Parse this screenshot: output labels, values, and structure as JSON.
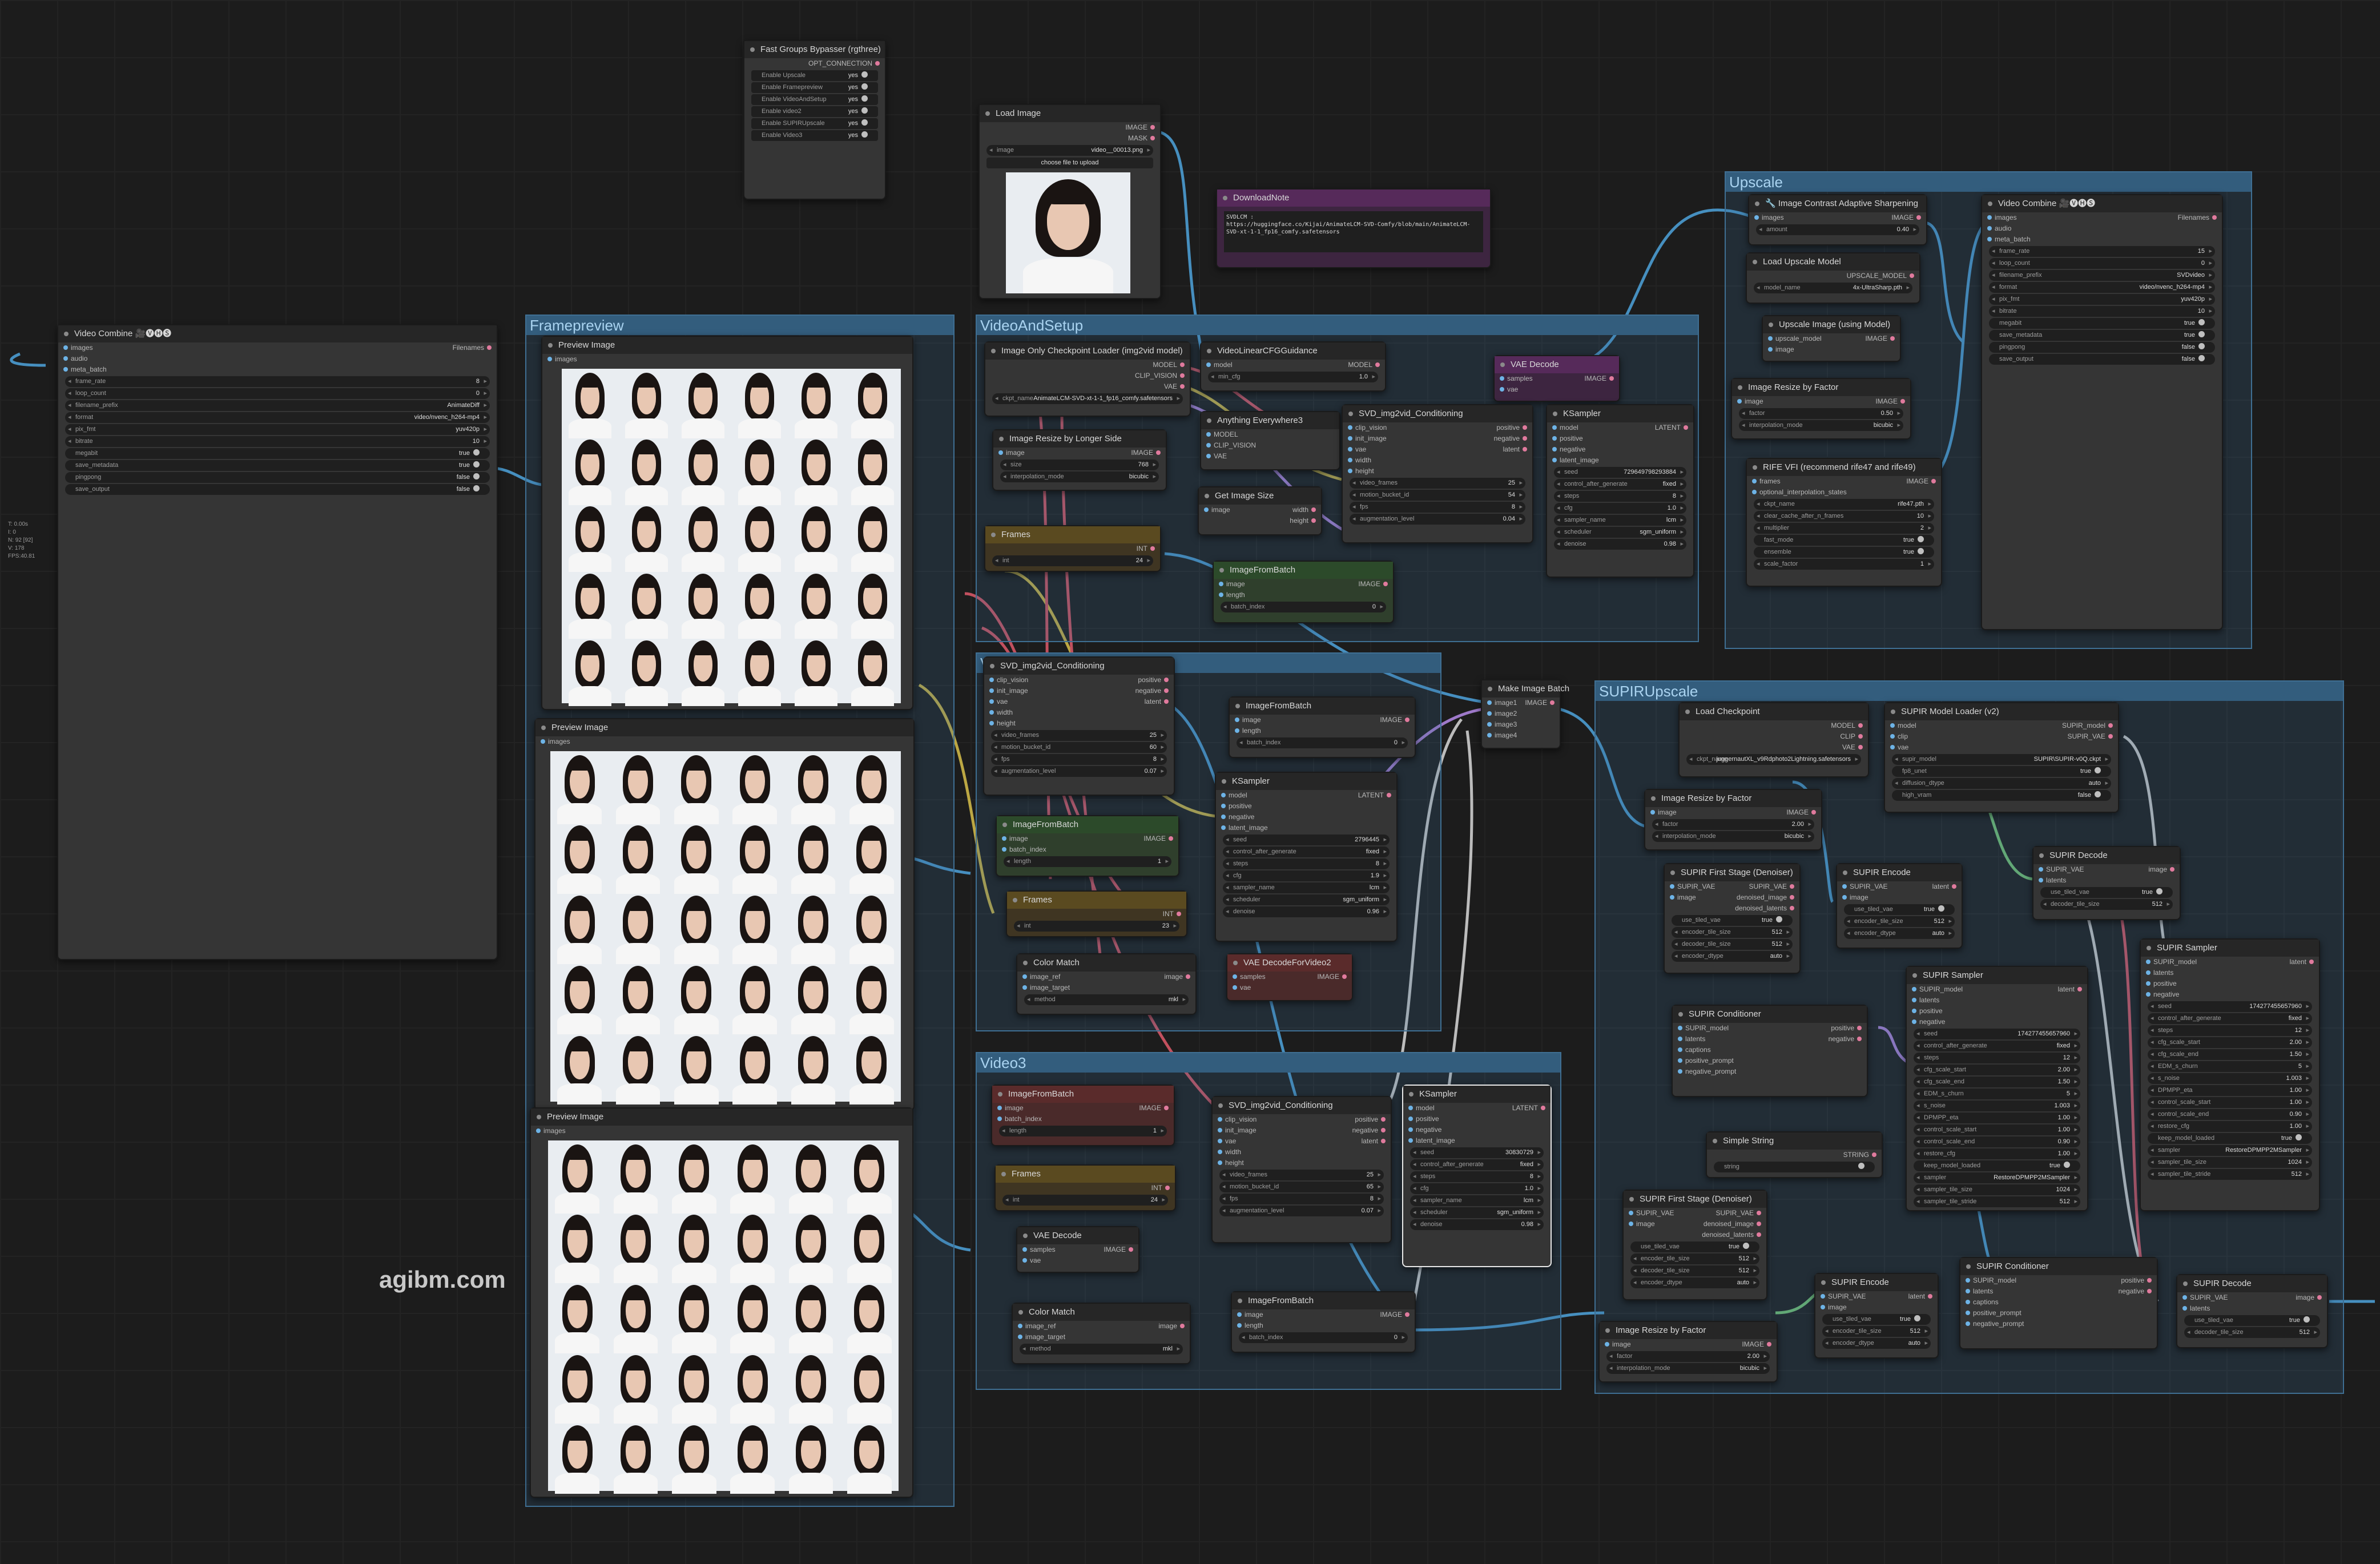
{
  "watermark": "agibm.com",
  "stats": [
    "T: 0.00s",
    "I: 0",
    "N: 92 [92]",
    "V: 178",
    "FPS:40.81"
  ],
  "groups": [
    {
      "id": "framepreview",
      "title": "Framepreview"
    },
    {
      "id": "videoandsetup",
      "title": "VideoAndSetup"
    },
    {
      "id": "upscale",
      "title": "Upscale"
    },
    {
      "id": "supirupscale",
      "title": "SUPIRUpscale"
    },
    {
      "id": "video2",
      "title": "Video2"
    },
    {
      "id": "video3",
      "title": "Video3"
    }
  ],
  "bypasser": {
    "title": "Fast Groups Bypasser (rgthree)",
    "output": "OPT_CONNECTION",
    "toggles": [
      {
        "label": "Enable Upscale",
        "value": "yes"
      },
      {
        "label": "Enable Framepreview",
        "value": "yes"
      },
      {
        "label": "Enable VideoAndSetup",
        "value": "yes"
      },
      {
        "label": "Enable video2",
        "value": "yes"
      },
      {
        "label": "Enable SUPIRUpscale",
        "value": "yes"
      },
      {
        "label": "Enable Video3",
        "value": "yes"
      }
    ]
  },
  "load_image": {
    "title": "Load Image",
    "outputs": [
      "IMAGE",
      "MASK"
    ],
    "image_label": "image",
    "image_value": "video__00013.png",
    "upload_label": "choose file to upload"
  },
  "download_note": {
    "title": "DownloadNote",
    "text": "SVDLCM :\nhttps://huggingface.co/Kijai/AnimateLCM-SVD-Comfy/blob/main/AnimateLCM-SVD-xt-1-1_fp16_comfy.safetensors"
  },
  "video_combine_left": {
    "title": "Video Combine 🎥🅥🅗🅢",
    "inputs": [
      "images",
      "audio",
      "meta_batch"
    ],
    "output": "Filenames",
    "widgets": [
      {
        "k": "frame_rate",
        "v": "8"
      },
      {
        "k": "loop_count",
        "v": "0"
      },
      {
        "k": "filename_prefix",
        "v": "AnimateDiff"
      },
      {
        "k": "format",
        "v": "video/nvenc_h264-mp4"
      },
      {
        "k": "pix_fmt",
        "v": "yuv420p"
      },
      {
        "k": "bitrate",
        "v": "10"
      },
      {
        "k": "megabit",
        "v": "true",
        "t": true
      },
      {
        "k": "save_metadata",
        "v": "true",
        "t": true
      },
      {
        "k": "pingpong",
        "v": "false",
        "t": true
      },
      {
        "k": "save_output",
        "v": "false",
        "t": true
      }
    ]
  },
  "preview_nodes": [
    {
      "title": "Preview Image",
      "input": "images"
    },
    {
      "title": "Preview Image",
      "input": "images"
    },
    {
      "title": "Preview Image",
      "input": "images"
    }
  ],
  "checkpoint_loader": {
    "title": "Image Only Checkpoint Loader (img2vid model)",
    "outputs": [
      "MODEL",
      "CLIP_VISION",
      "VAE"
    ],
    "widget": {
      "k": "ckpt_name",
      "v": "AnimateLCM-SVD-xt-1-1_fp16_comfy.safetensors"
    }
  },
  "cfg_guidance": {
    "title": "VideoLinearCFGGuidance",
    "inputs": [
      "model"
    ],
    "output": "MODEL",
    "widget": {
      "k": "min_cfg",
      "v": "1.0"
    }
  },
  "vae_decode_top": {
    "title": "VAE Decode",
    "inputs": [
      "samples",
      "vae"
    ],
    "output": "IMAGE"
  },
  "anything_everywhere": {
    "title": "Anything Everywhere3",
    "inputs": [
      "MODEL",
      "CLIP_VISION",
      "VAE"
    ]
  },
  "image_resize_longer": {
    "title": "Image Resize by Longer Side",
    "input": "image",
    "output": "IMAGE",
    "widgets": [
      {
        "k": "size",
        "v": "768"
      },
      {
        "k": "interpolation_mode",
        "v": "bicubic"
      }
    ]
  },
  "get_image_size": {
    "title": "Get Image Size",
    "input": "image",
    "outputs": [
      "width",
      "height"
    ]
  },
  "frames_1": {
    "title": "Frames",
    "output": "INT",
    "widget": {
      "k": "int",
      "v": "24"
    }
  },
  "frames_2": {
    "title": "Frames",
    "output": "INT",
    "widget": {
      "k": "int",
      "v": "23"
    }
  },
  "frames_3": {
    "title": "Frames",
    "output": "INT",
    "widget": {
      "k": "int",
      "v": "24"
    }
  },
  "svd_cond_1": {
    "title": "SVD_img2vid_Conditioning",
    "inputs": [
      "clip_vision",
      "init_image",
      "vae",
      "width",
      "height"
    ],
    "outputs": [
      "positive",
      "negative",
      "latent"
    ],
    "widgets": [
      {
        "k": "video_frames",
        "v": "25"
      },
      {
        "k": "motion_bucket_id",
        "v": "54"
      },
      {
        "k": "fps",
        "v": "8"
      },
      {
        "k": "augmentation_level",
        "v": "0.04"
      }
    ]
  },
  "ksampler_1": {
    "title": "KSampler",
    "inputs": [
      "model",
      "positive",
      "negative",
      "latent_image"
    ],
    "output": "LATENT",
    "widgets": [
      {
        "k": "seed",
        "v": "729649798293884"
      },
      {
        "k": "control_after_generate",
        "v": "fixed"
      },
      {
        "k": "steps",
        "v": "8"
      },
      {
        "k": "cfg",
        "v": "1.0"
      },
      {
        "k": "sampler_name",
        "v": "lcm"
      },
      {
        "k": "scheduler",
        "v": "sgm_uniform"
      },
      {
        "k": "denoise",
        "v": "0.98"
      }
    ]
  },
  "image_from_batch_1": {
    "title": "ImageFromBatch",
    "inputs": [
      "image",
      "length"
    ],
    "output": "IMAGE",
    "widget": {
      "k": "batch_index",
      "v": "0"
    }
  },
  "svd_cond_2": {
    "title": "SVD_img2vid_Conditioning",
    "inputs": [
      "clip_vision",
      "init_image",
      "vae",
      "width",
      "height"
    ],
    "outputs": [
      "positive",
      "negative",
      "latent"
    ],
    "widgets": [
      {
        "k": "video_frames",
        "v": "25"
      },
      {
        "k": "motion_bucket_id",
        "v": "60"
      },
      {
        "k": "fps",
        "v": "8"
      },
      {
        "k": "augmentation_level",
        "v": "0.07"
      }
    ]
  },
  "image_from_batch_2": {
    "title": "ImageFromBatch",
    "inputs": [
      "image",
      "length"
    ],
    "output": "IMAGE",
    "widget": {
      "k": "batch_index",
      "v": "0"
    }
  },
  "ksampler_2": {
    "title": "KSampler",
    "inputs": [
      "model",
      "positive",
      "negative",
      "latent_image"
    ],
    "output": "LATENT",
    "widgets": [
      {
        "k": "seed",
        "v": "2796445"
      },
      {
        "k": "control_after_generate",
        "v": "fixed"
      },
      {
        "k": "steps",
        "v": "8"
      },
      {
        "k": "cfg",
        "v": "1.9"
      },
      {
        "k": "sampler_name",
        "v": "lcm"
      },
      {
        "k": "scheduler",
        "v": "sgm_uniform"
      },
      {
        "k": "denoise",
        "v": "0.96"
      }
    ]
  },
  "image_from_batch_3": {
    "title": "ImageFromBatch",
    "inputs": [
      "image",
      "batch_index"
    ],
    "output": "IMAGE",
    "widget": {
      "k": "length",
      "v": "1"
    }
  },
  "color_match_1": {
    "title": "Color Match",
    "inputs": [
      "image_ref",
      "image_target"
    ],
    "output": "image",
    "widget": {
      "k": "method",
      "v": "mkl"
    }
  },
  "vae_decode_video2": {
    "title": "VAE DecodeForVideo2",
    "inputs": [
      "samples",
      "vae"
    ],
    "output": "IMAGE"
  },
  "make_image_batch": {
    "title": "Make Image Batch",
    "inputs": [
      "image1",
      "image2",
      "image3",
      "image4"
    ],
    "output": "IMAGE"
  },
  "image_from_batch_4": {
    "title": "ImageFromBatch",
    "inputs": [
      "image",
      "batch_index"
    ],
    "output": "IMAGE",
    "widget": {
      "k": "length",
      "v": "1"
    }
  },
  "svd_cond_3": {
    "title": "SVD_img2vid_Conditioning",
    "inputs": [
      "clip_vision",
      "init_image",
      "vae",
      "width",
      "height"
    ],
    "outputs": [
      "positive",
      "negative",
      "latent"
    ],
    "widgets": [
      {
        "k": "video_frames",
        "v": "25"
      },
      {
        "k": "motion_bucket_id",
        "v": "65"
      },
      {
        "k": "fps",
        "v": "8"
      },
      {
        "k": "augmentation_level",
        "v": "0.07"
      }
    ]
  },
  "ksampler_3": {
    "title": "KSampler",
    "inputs": [
      "model",
      "positive",
      "negative",
      "latent_image"
    ],
    "output": "LATENT",
    "widgets": [
      {
        "k": "seed",
        "v": "30830729"
      },
      {
        "k": "control_after_generate",
        "v": "fixed"
      },
      {
        "k": "steps",
        "v": "8"
      },
      {
        "k": "cfg",
        "v": "1.0"
      },
      {
        "k": "sampler_name",
        "v": "lcm"
      },
      {
        "k": "scheduler",
        "v": "sgm_uniform"
      },
      {
        "k": "denoise",
        "v": "0.98"
      }
    ]
  },
  "vae_decode_3": {
    "title": "VAE Decode",
    "inputs": [
      "samples",
      "vae"
    ],
    "output": "IMAGE"
  },
  "color_match_2": {
    "title": "Color Match",
    "inputs": [
      "image_ref",
      "image_target"
    ],
    "output": "image",
    "widget": {
      "k": "method",
      "v": "mkl"
    }
  },
  "image_from_batch_5": {
    "title": "ImageFromBatch",
    "inputs": [
      "image",
      "length"
    ],
    "output": "IMAGE",
    "widget": {
      "k": "batch_index",
      "v": "0"
    }
  },
  "contrast_sharpen": {
    "title": "🔧 Image Contrast Adaptive Sharpening",
    "input": "images",
    "output": "IMAGE",
    "widget": {
      "k": "amount",
      "v": "0.40"
    }
  },
  "load_upscale_model": {
    "title": "Load Upscale Model",
    "output": "UPSCALE_MODEL",
    "widget": {
      "k": "model_name",
      "v": "4x-UltraSharp.pth"
    }
  },
  "upscale_image": {
    "title": "Upscale Image (using Model)",
    "inputs": [
      "upscale_model",
      "image"
    ],
    "output": "IMAGE"
  },
  "resize_factor_up": {
    "title": "Image Resize by Factor",
    "input": "image",
    "output": "IMAGE",
    "widgets": [
      {
        "k": "factor",
        "v": "0.50"
      },
      {
        "k": "interpolation_mode",
        "v": "bicubic"
      }
    ]
  },
  "rife": {
    "title": "RIFE VFI (recommend rife47 and rife49)",
    "inputs": [
      "frames",
      "optional_interpolation_states"
    ],
    "output": "IMAGE",
    "widgets": [
      {
        "k": "ckpt_name",
        "v": "rife47.pth"
      },
      {
        "k": "clear_cache_after_n_frames",
        "v": "10"
      },
      {
        "k": "multiplier",
        "v": "2"
      },
      {
        "k": "fast_mode",
        "v": "true",
        "t": true
      },
      {
        "k": "ensemble",
        "v": "true",
        "t": true
      },
      {
        "k": "scale_factor",
        "v": "1"
      }
    ]
  },
  "video_combine_right": {
    "title": "Video Combine 🎥🅥🅗🅢",
    "inputs": [
      "images",
      "audio",
      "meta_batch"
    ],
    "output": "Filenames",
    "widgets": [
      {
        "k": "frame_rate",
        "v": "15"
      },
      {
        "k": "loop_count",
        "v": "0"
      },
      {
        "k": "filename_prefix",
        "v": "SVDvideo"
      },
      {
        "k": "format",
        "v": "video/nvenc_h264-mp4"
      },
      {
        "k": "pix_fmt",
        "v": "yuv420p"
      },
      {
        "k": "bitrate",
        "v": "10"
      },
      {
        "k": "megabit",
        "v": "true",
        "t": true
      },
      {
        "k": "save_metadata",
        "v": "true",
        "t": true
      },
      {
        "k": "pingpong",
        "v": "false",
        "t": true
      },
      {
        "k": "save_output",
        "v": "false",
        "t": true
      }
    ]
  },
  "load_checkpoint": {
    "title": "Load Checkpoint",
    "outputs": [
      "MODEL",
      "CLIP",
      "VAE"
    ],
    "widget": {
      "k": "ckpt_name",
      "v": "juggernautXL_v9Rdphoto2Lightning.safetensors"
    }
  },
  "supir_model_loader": {
    "title": "SUPIR Model Loader (v2)",
    "inputs": [
      "model",
      "clip",
      "vae"
    ],
    "outputs": [
      "SUPIR_model",
      "SUPIR_VAE"
    ],
    "widgets": [
      {
        "k": "supir_model",
        "v": "SUPIR\\SUPIR-v0Q.ckpt"
      },
      {
        "k": "fp8_unet",
        "v": "true",
        "t": true
      },
      {
        "k": "diffusion_dtype",
        "v": "auto"
      },
      {
        "k": "high_vram",
        "v": "false",
        "t": true
      }
    ]
  },
  "resize_factor_supir1": {
    "title": "Image Resize by Factor",
    "input": "image",
    "output": "IMAGE",
    "widgets": [
      {
        "k": "factor",
        "v": "2.00"
      },
      {
        "k": "interpolation_mode",
        "v": "bicubic"
      }
    ]
  },
  "supir_first_stage_1": {
    "title": "SUPIR First Stage (Denoiser)",
    "inputs": [
      "SUPIR_VAE",
      "image"
    ],
    "outputs": [
      "SUPIR_VAE",
      "denoised_image",
      "denoised_latents"
    ],
    "widgets": [
      {
        "k": "use_tiled_vae",
        "v": "true",
        "t": true
      },
      {
        "k": "encoder_tile_size",
        "v": "512"
      },
      {
        "k": "decoder_tile_size",
        "v": "512"
      },
      {
        "k": "encoder_dtype",
        "v": "auto"
      }
    ]
  },
  "supir_encode_1": {
    "title": "SUPIR Encode",
    "inputs": [
      "SUPIR_VAE",
      "image"
    ],
    "output": "latent",
    "widgets": [
      {
        "k": "use_tiled_vae",
        "v": "true",
        "t": true
      },
      {
        "k": "encoder_tile_size",
        "v": "512"
      },
      {
        "k": "encoder_dtype",
        "v": "auto"
      }
    ]
  },
  "supir_decode_1": {
    "title": "SUPIR Decode",
    "inputs": [
      "SUPIR_VAE",
      "latents"
    ],
    "output": "image",
    "widgets": [
      {
        "k": "use_tiled_vae",
        "v": "true",
        "t": true
      },
      {
        "k": "decoder_tile_size",
        "v": "512"
      }
    ]
  },
  "supir_sampler_1": {
    "title": "SUPIR Sampler",
    "inputs": [
      "SUPIR_model",
      "latents",
      "positive",
      "negative"
    ],
    "output": "latent",
    "widgets": [
      {
        "k": "seed",
        "v": "174277455657960"
      },
      {
        "k": "control_after_generate",
        "v": "fixed"
      },
      {
        "k": "steps",
        "v": "12"
      },
      {
        "k": "cfg_scale_start",
        "v": "2.00"
      },
      {
        "k": "cfg_scale_end",
        "v": "1.50"
      },
      {
        "k": "EDM_s_churn",
        "v": "5"
      },
      {
        "k": "s_noise",
        "v": "1.003"
      },
      {
        "k": "DPMPP_eta",
        "v": "1.00"
      },
      {
        "k": "control_scale_start",
        "v": "1.00"
      },
      {
        "k": "control_scale_end",
        "v": "0.90"
      },
      {
        "k": "restore_cfg",
        "v": "1.00"
      },
      {
        "k": "keep_model_loaded",
        "v": "true",
        "t": true
      },
      {
        "k": "sampler",
        "v": "RestoreDPMPP2MSampler"
      },
      {
        "k": "sampler_tile_size",
        "v": "1024"
      },
      {
        "k": "sampler_tile_stride",
        "v": "512"
      }
    ]
  },
  "supir_conditioner_1": {
    "title": "SUPIR Conditioner",
    "inputs": [
      "SUPIR_model",
      "latents",
      "captions",
      "positive_prompt",
      "negative_prompt"
    ],
    "outputs": [
      "positive",
      "negative"
    ]
  },
  "supir_sampler_2": {
    "title": "SUPIR Sampler",
    "inputs": [
      "SUPIR_model",
      "latents",
      "positive",
      "negative"
    ],
    "output": "latent",
    "widgets": [
      {
        "k": "seed",
        "v": "174277455657960"
      },
      {
        "k": "control_after_generate",
        "v": "fixed"
      },
      {
        "k": "steps",
        "v": "12"
      },
      {
        "k": "cfg_scale_start",
        "v": "2.00"
      },
      {
        "k": "cfg_scale_end",
        "v": "1.50"
      },
      {
        "k": "EDM_s_churn",
        "v": "5"
      },
      {
        "k": "s_noise",
        "v": "1.003"
      },
      {
        "k": "DPMPP_eta",
        "v": "1.00"
      },
      {
        "k": "control_scale_start",
        "v": "1.00"
      },
      {
        "k": "control_scale_end",
        "v": "0.90"
      },
      {
        "k": "restore_cfg",
        "v": "1.00"
      },
      {
        "k": "keep_model_loaded",
        "v": "true",
        "t": true
      },
      {
        "k": "sampler",
        "v": "RestoreDPMPP2MSampler"
      },
      {
        "k": "sampler_tile_size",
        "v": "1024"
      },
      {
        "k": "sampler_tile_stride",
        "v": "512"
      }
    ]
  },
  "simple_string": {
    "title": "Simple String",
    "output": "STRING",
    "widget": {
      "k": "string",
      "v": ""
    }
  },
  "supir_first_stage_2": {
    "title": "SUPIR First Stage (Denoiser)",
    "inputs": [
      "SUPIR_VAE",
      "image"
    ],
    "outputs": [
      "SUPIR_VAE",
      "denoised_image",
      "denoised_latents"
    ],
    "widgets": [
      {
        "k": "use_tiled_vae",
        "v": "true",
        "t": true
      },
      {
        "k": "encoder_tile_size",
        "v": "512"
      },
      {
        "k": "decoder_tile_size",
        "v": "512"
      },
      {
        "k": "encoder_dtype",
        "v": "auto"
      }
    ]
  },
  "supir_encode_2": {
    "title": "SUPIR Encode",
    "inputs": [
      "SUPIR_VAE",
      "image"
    ],
    "output": "latent",
    "widgets": [
      {
        "k": "use_tiled_vae",
        "v": "true",
        "t": true
      },
      {
        "k": "encoder_tile_size",
        "v": "512"
      },
      {
        "k": "encoder_dtype",
        "v": "auto"
      }
    ]
  },
  "supir_conditioner_2": {
    "title": "SUPIR Conditioner",
    "inputs": [
      "SUPIR_model",
      "latents",
      "captions",
      "positive_prompt",
      "negative_prompt"
    ],
    "outputs": [
      "positive",
      "negative"
    ]
  },
  "supir_decode_2": {
    "title": "SUPIR Decode",
    "inputs": [
      "SUPIR_VAE",
      "latents"
    ],
    "output": "image",
    "widgets": [
      {
        "k": "use_tiled_vae",
        "v": "true",
        "t": true
      },
      {
        "k": "decoder_tile_size",
        "v": "512"
      }
    ]
  },
  "resize_factor_supir2": {
    "title": "Image Resize by Factor",
    "input": "image",
    "output": "IMAGE",
    "widgets": [
      {
        "k": "factor",
        "v": "2.00"
      },
      {
        "k": "interpolation_mode",
        "v": "bicubic"
      }
    ]
  },
  "colors": {
    "wire_blue": "#4ea3dc",
    "wire_red": "#e05a6a",
    "wire_green": "#7bd37b",
    "wire_yellow": "#d8c04a",
    "wire_purple": "#b58ae8",
    "wire_white": "#d9d9d9"
  }
}
